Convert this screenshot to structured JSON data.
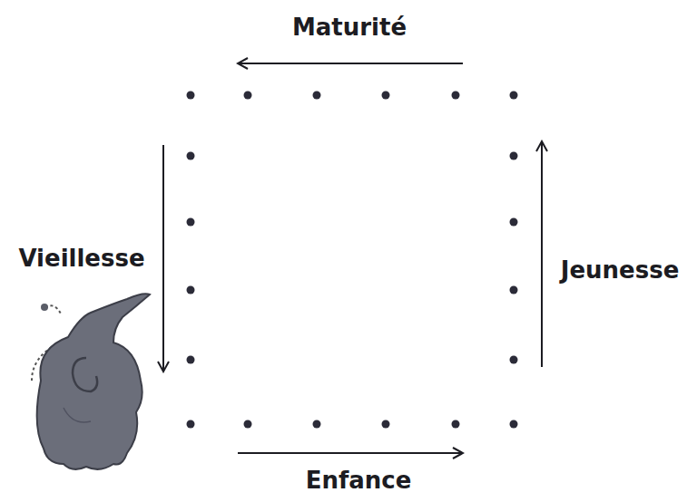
{
  "diagram": {
    "labels": [
      "Maturité",
      "Vieillesse",
      "Jeunesse",
      "Enfance"
    ]
  }
}
